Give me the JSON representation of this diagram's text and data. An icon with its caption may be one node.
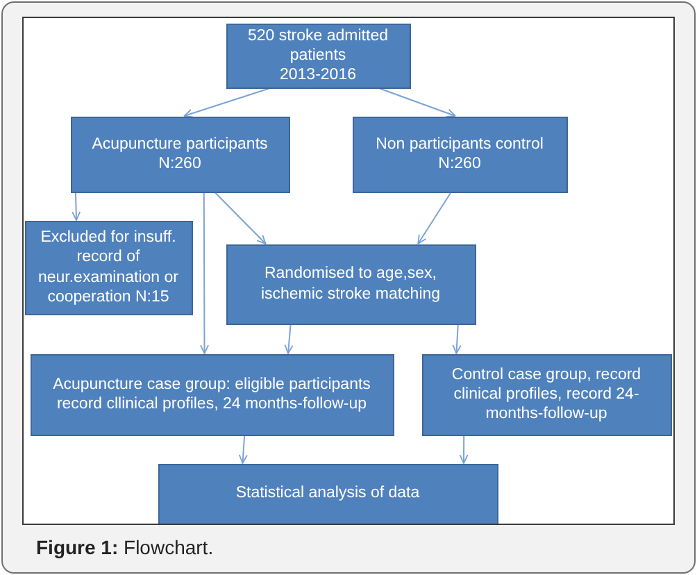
{
  "diagram": {
    "caption": "**Figure 1:** Flowchart.",
    "nodes": [
      {
        "text": [
          "520 stroke admitted patients",
          "2013-2016"
        ]
      },
      {
        "text": [
          "Acupuncture participants",
          "N:260"
        ]
      },
      {
        "text": [
          "Non participants control",
          "N:260"
        ]
      },
      {
        "text": [
          "Excluded for insuff. record of neur.examination or cooperation N:15"
        ]
      },
      {
        "text": [
          "Randomised to age,sex, ischemic stroke matching"
        ]
      },
      {
        "text": [
          "Acupuncture case group: eligible participants record cllinical profiles, 24 months-follow-up"
        ]
      },
      {
        "text": [
          "Control case group, record clinical profiles, record 24-months-follow-up"
        ]
      },
      {
        "text": [
          "Statistical analysis of data"
        ]
      }
    ],
    "edges": [
      {
        "from": 0,
        "to": 1,
        "arrow": "to"
      },
      {
        "from": 0,
        "to": 2,
        "arrow": "to"
      },
      {
        "from": 1,
        "to": 3,
        "arrow": "to"
      },
      {
        "from": 1,
        "to": 5,
        "arrow": "to"
      },
      {
        "from": 1,
        "to": 4,
        "arrow": "to"
      },
      {
        "from": 2,
        "to": 4,
        "arrow": "to"
      },
      {
        "from": 4,
        "to": 5,
        "arrow": "to"
      },
      {
        "from": 4,
        "to": 6,
        "arrow": "to"
      },
      {
        "from": 5,
        "to": 7,
        "arrow": "to"
      },
      {
        "from": 6,
        "to": 7,
        "arrow": "to"
      }
    ]
  }
}
